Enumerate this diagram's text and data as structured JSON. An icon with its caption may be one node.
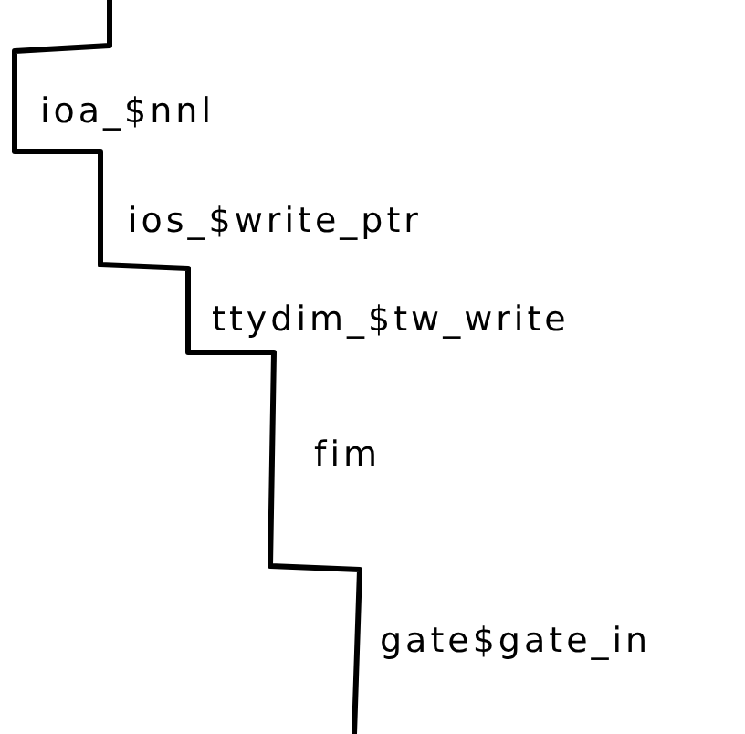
{
  "diagram": {
    "labels": [
      "ioa_$nnl",
      "ios_$write_ptr",
      "ttydim_$tw_write",
      "fim",
      "gate$gate_in"
    ]
  }
}
